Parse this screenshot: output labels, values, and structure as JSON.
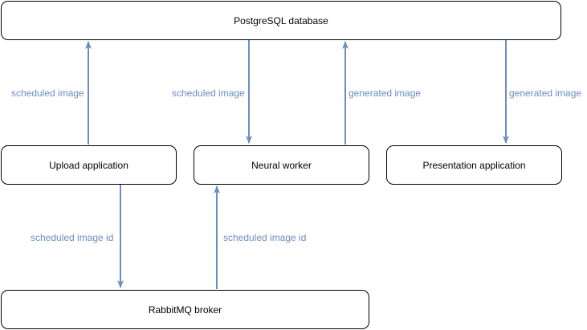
{
  "diagram": {
    "colors": {
      "edge": "#6c8ebf",
      "edge_label": "#6c8ebf",
      "node_border": "#000000"
    },
    "nodes": {
      "db": "PostgreSQL database",
      "upload": "Upload application",
      "neural": "Neural worker",
      "presentation": "Presentation application",
      "broker": "RabbitMQ broker"
    },
    "edges": [
      {
        "from": "Upload application",
        "to": "PostgreSQL database",
        "label": "scheduled image"
      },
      {
        "from": "PostgreSQL database",
        "to": "Neural worker",
        "label": "scheduled image"
      },
      {
        "from": "Neural worker",
        "to": "PostgreSQL database",
        "label": "generated image"
      },
      {
        "from": "PostgreSQL database",
        "to": "Presentation application",
        "label": "generated image"
      },
      {
        "from": "Upload application",
        "to": "RabbitMQ broker",
        "label": "scheduled image id"
      },
      {
        "from": "RabbitMQ broker",
        "to": "Neural worker",
        "label": "scheduled image id"
      }
    ]
  }
}
